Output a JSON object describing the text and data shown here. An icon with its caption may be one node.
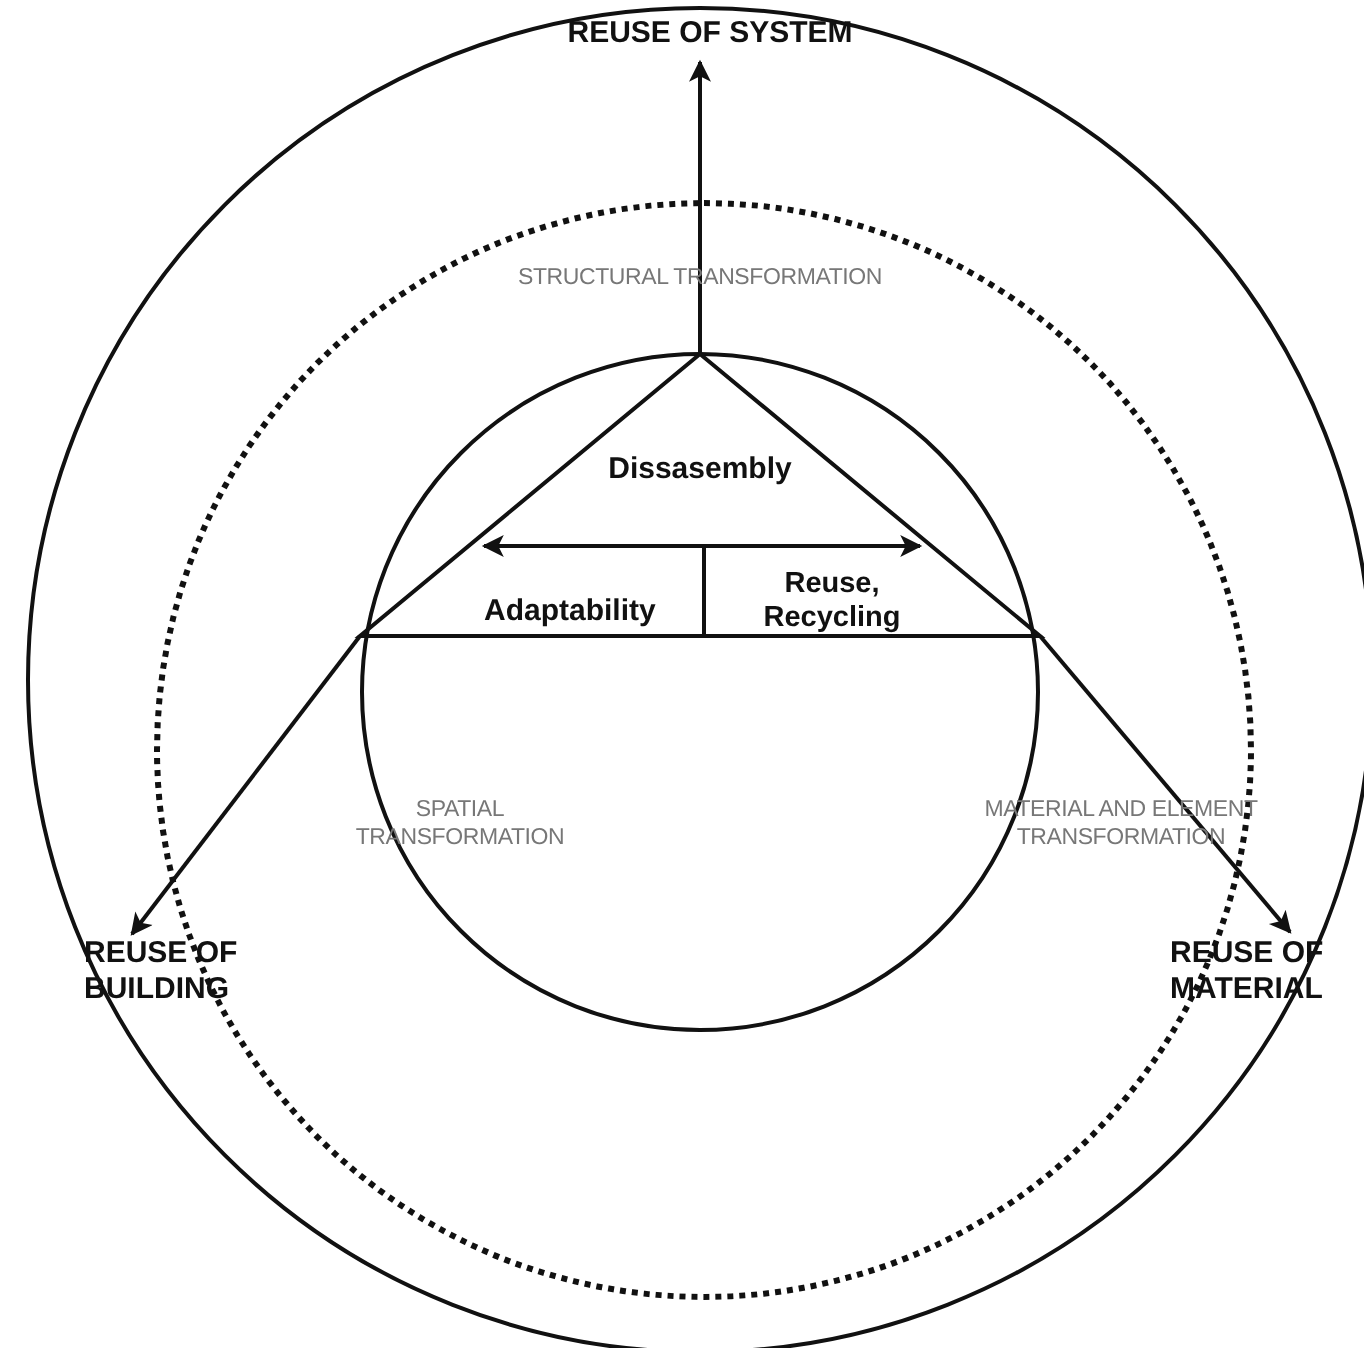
{
  "diagram": {
    "nodes": [
      {
        "text": [],
        "shape": "circle"
      },
      {
        "text": [
          "REUSE OF SYSTEM"
        ],
        "in": 0
      },
      {
        "text": [],
        "shape": "circle",
        "in": 0
      },
      {
        "text": [],
        "shape": "circle",
        "in": 2
      },
      {
        "text": [],
        "shape": "triangle",
        "in": 3
      },
      {
        "text": [
          "Dissasembly"
        ],
        "in": 4
      },
      {
        "text": [
          "Adaptability"
        ],
        "in": 4
      },
      {
        "text": [
          "Reuse, Recycling"
        ],
        "in": 4
      },
      {
        "text": [
          "REUSE OF BUILDING"
        ],
        "in": 0
      },
      {
        "text": [
          "REUSE OF MATERIAL"
        ],
        "in": 0
      }
    ],
    "edges": [
      {
        "from": 4,
        "to": 1,
        "arrow": "to"
      },
      {
        "from": 4,
        "to": 8,
        "arrow": "to"
      },
      {
        "from": 4,
        "to": 9,
        "arrow": "to"
      },
      {
        "from": 6,
        "to": 7,
        "arrow": "both"
      }
    ],
    "labels": [
      "STRUCTURAL TRANSFORMATION",
      "SPATIAL TRANSFORMATION",
      "MATERIAL AND ELEMENT TRANSFORMATION"
    ]
  }
}
